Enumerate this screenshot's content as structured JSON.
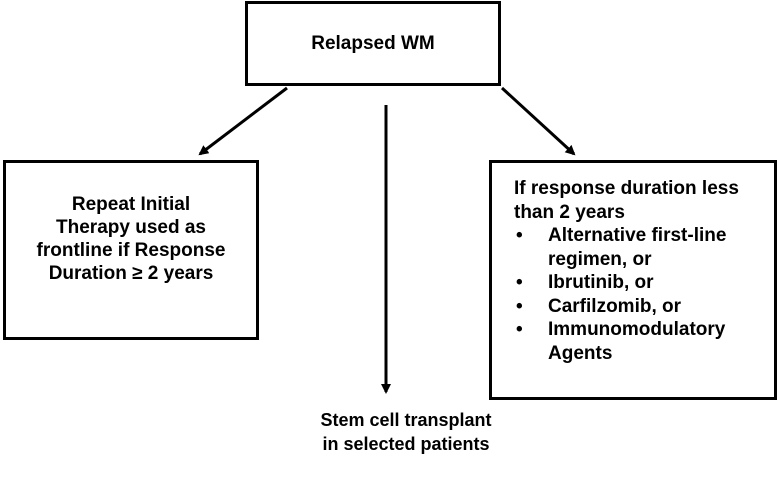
{
  "root": {
    "label": "Relapsed WM"
  },
  "left_branch": {
    "text": "Repeat Initial Therapy used as frontline if Response Duration ≥ 2 years"
  },
  "middle_branch": {
    "text": "Stem cell transplant in selected patients"
  },
  "right_branch": {
    "heading": "If response duration less than 2 years",
    "bullet_symbol": "•",
    "items": [
      "Alternative first-line regimen, or",
      "Ibrutinib, or",
      "Carfilzomib, or",
      "Immunomodulatory Agents"
    ]
  }
}
